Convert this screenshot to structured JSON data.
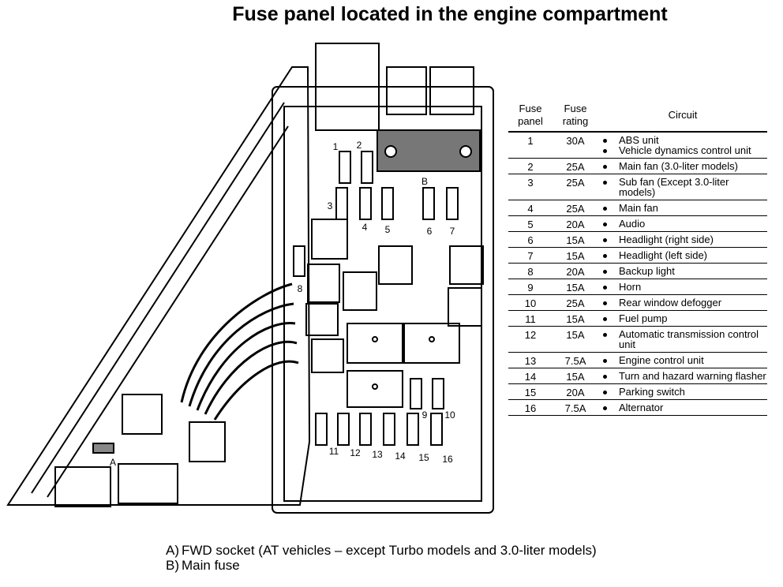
{
  "title": "Fuse panel located in the engine compartment",
  "diagram": {
    "fuse_labels": [
      "1",
      "2",
      "3",
      "4",
      "5",
      "6",
      "7",
      "8",
      "9",
      "10",
      "11",
      "12",
      "13",
      "14",
      "15",
      "16"
    ],
    "marker_a": "A",
    "marker_b": "B"
  },
  "table": {
    "headers": {
      "panel": "Fuse\npanel",
      "rating": "Fuse\nrating",
      "circuit": "Circuit"
    },
    "rows": [
      {
        "panel": "1",
        "rating": "30A",
        "circuits": [
          "ABS unit",
          "Vehicle dynamics control unit"
        ]
      },
      {
        "panel": "2",
        "rating": "25A",
        "circuits": [
          "Main fan (3.0-liter models)"
        ]
      },
      {
        "panel": "3",
        "rating": "25A",
        "circuits": [
          "Sub fan (Except 3.0-liter models)"
        ]
      },
      {
        "panel": "4",
        "rating": "25A",
        "circuits": [
          "Main fan"
        ]
      },
      {
        "panel": "5",
        "rating": "20A",
        "circuits": [
          "Audio"
        ]
      },
      {
        "panel": "6",
        "rating": "15A",
        "circuits": [
          "Headlight (right side)"
        ]
      },
      {
        "panel": "7",
        "rating": "15A",
        "circuits": [
          "Headlight (left side)"
        ]
      },
      {
        "panel": "8",
        "rating": "20A",
        "circuits": [
          "Backup light"
        ]
      },
      {
        "panel": "9",
        "rating": "15A",
        "circuits": [
          "Horn"
        ]
      },
      {
        "panel": "10",
        "rating": "25A",
        "circuits": [
          "Rear window defogger"
        ]
      },
      {
        "panel": "11",
        "rating": "15A",
        "circuits": [
          "Fuel pump"
        ]
      },
      {
        "panel": "12",
        "rating": "15A",
        "circuits": [
          "Automatic transmission control unit"
        ]
      },
      {
        "panel": "13",
        "rating": "7.5A",
        "circuits": [
          "Engine control unit"
        ]
      },
      {
        "panel": "14",
        "rating": "15A",
        "circuits": [
          "Turn and hazard warning flasher"
        ]
      },
      {
        "panel": "15",
        "rating": "20A",
        "circuits": [
          "Parking switch"
        ]
      },
      {
        "panel": "16",
        "rating": "7.5A",
        "circuits": [
          "Alternator"
        ]
      }
    ]
  },
  "notes": [
    {
      "key": "A)",
      "text": "FWD socket (AT vehicles – except Turbo models and 3.0-liter models)"
    },
    {
      "key": "B)",
      "text": "Main fuse"
    }
  ]
}
